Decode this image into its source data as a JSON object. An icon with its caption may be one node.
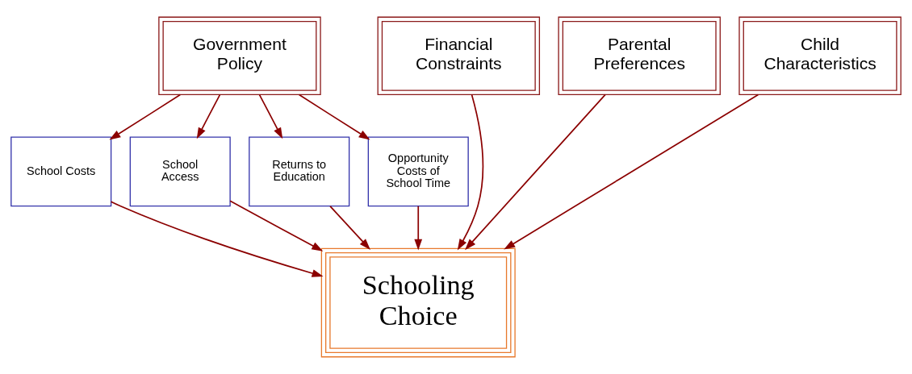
{
  "diagram": {
    "nodes": [
      {
        "text": [
          "Government Policy"
        ]
      },
      {
        "text": [
          "Financial Constraints"
        ]
      },
      {
        "text": [
          "Parental Preferences"
        ]
      },
      {
        "text": [
          "Child Characteristics"
        ]
      },
      {
        "text": [
          "School Costs"
        ]
      },
      {
        "text": [
          "School Access"
        ]
      },
      {
        "text": [
          "Returns to Education"
        ]
      },
      {
        "text": [
          "Opportunity Costs of School Time"
        ]
      },
      {
        "text": [
          "Schooling Choice"
        ]
      }
    ],
    "edges": [
      {
        "from": 0,
        "to": 4,
        "arrow": "to"
      },
      {
        "from": 0,
        "to": 5,
        "arrow": "to"
      },
      {
        "from": 0,
        "to": 6,
        "arrow": "to"
      },
      {
        "from": 0,
        "to": 7,
        "arrow": "to"
      },
      {
        "from": 4,
        "to": 8,
        "arrow": "to"
      },
      {
        "from": 5,
        "to": 8,
        "arrow": "to"
      },
      {
        "from": 6,
        "to": 8,
        "arrow": "to"
      },
      {
        "from": 7,
        "to": 8,
        "arrow": "to"
      },
      {
        "from": 1,
        "to": 8,
        "arrow": "to"
      },
      {
        "from": 2,
        "to": 8,
        "arrow": "to"
      },
      {
        "from": 3,
        "to": 8,
        "arrow": "to"
      }
    ]
  }
}
